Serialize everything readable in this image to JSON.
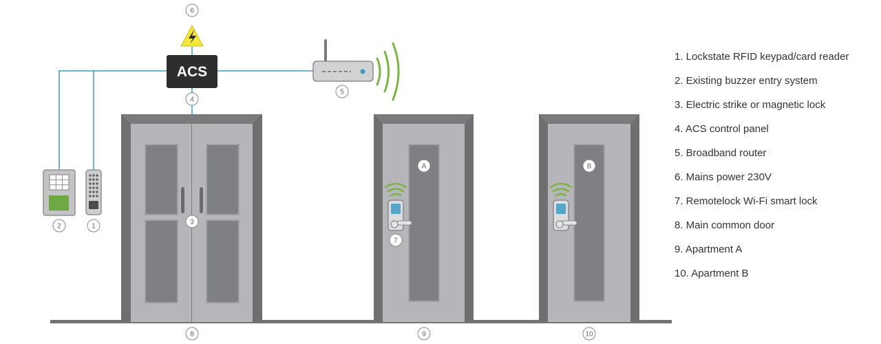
{
  "acs_box": {
    "label": "ACS"
  },
  "markers": {
    "m1": "1",
    "m2": "2",
    "m3": "3",
    "m4": "4",
    "m5": "5",
    "m6": "6",
    "m7": "7",
    "m8": "8",
    "m9": "9",
    "m10": "10",
    "door_a": "A",
    "door_b": "B"
  },
  "legend": [
    "1. Lockstate RFID keypad/card reader",
    "2. Existing buzzer entry system",
    "3. Electric strike or magnetic lock",
    "4. ACS control panel",
    "5. Broadband router",
    "6. Mains power 230V",
    "7. Remotelock Wi-Fi smart lock",
    "8. Main common door",
    "9. Apartment A",
    "10. Apartment B"
  ],
  "colors": {
    "wire": "#3a9fb8",
    "door_frame": "#7b7b7e",
    "door_panel": "#b6b6ba",
    "door_window": "#7f8083",
    "acs_box": "#2e2e2e",
    "wifi": "#7cb342",
    "warning": "#f5e63c",
    "keypad_screen": "#54a5c7",
    "card_pad": "#6ea945"
  },
  "icons": {
    "power": "high-voltage-warning-icon",
    "router": "router-icon",
    "wifi": "wifi-signal-icon",
    "lock": "smart-lock-icon",
    "keypad": "keypad-icon",
    "buzzer": "buzzer-panel-icon"
  }
}
